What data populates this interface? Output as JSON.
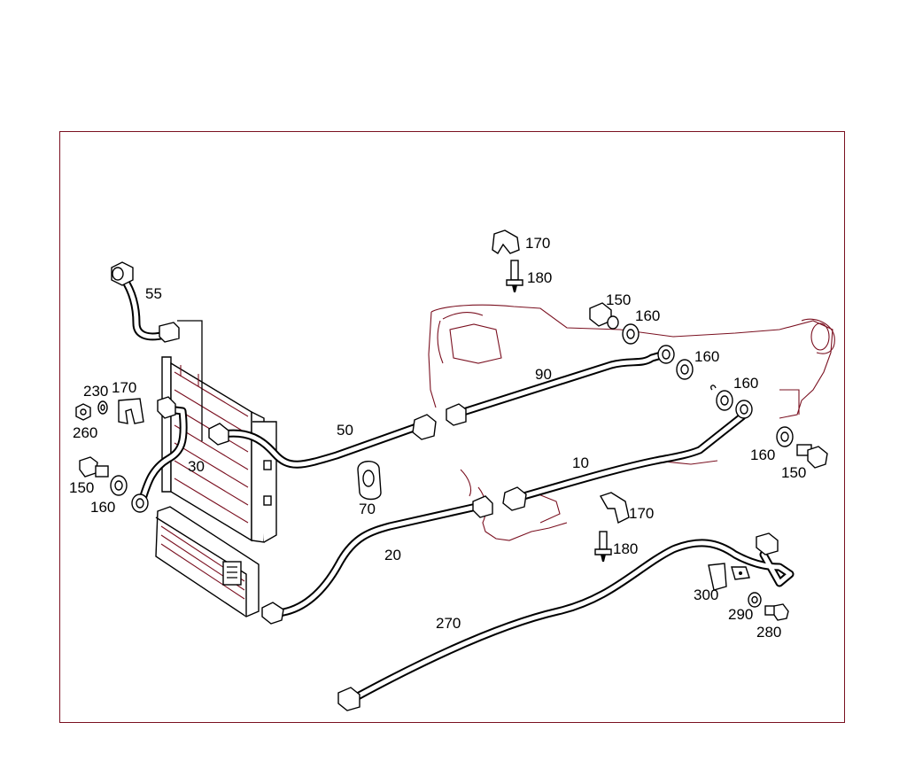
{
  "diagram": {
    "frame_color": "#7a1020",
    "line_color": "#000000",
    "callouts": {
      "c170_top": "170",
      "c180_top": "180",
      "c150_top": "150",
      "c160_top": "160",
      "c160_b": "160",
      "c160_c": "160",
      "c160_d": "160",
      "c150_right": "150",
      "c55": "55",
      "c230": "230",
      "c170_left": "170",
      "c260": "260",
      "c30": "30",
      "c150_left": "150",
      "c160_left": "160",
      "c50": "50",
      "c70": "70",
      "c90": "90",
      "c10": "10",
      "c20": "20",
      "c170_mid": "170",
      "c180_mid": "180",
      "c270": "270",
      "c300": "300",
      "c290": "290",
      "c280": "280"
    }
  }
}
